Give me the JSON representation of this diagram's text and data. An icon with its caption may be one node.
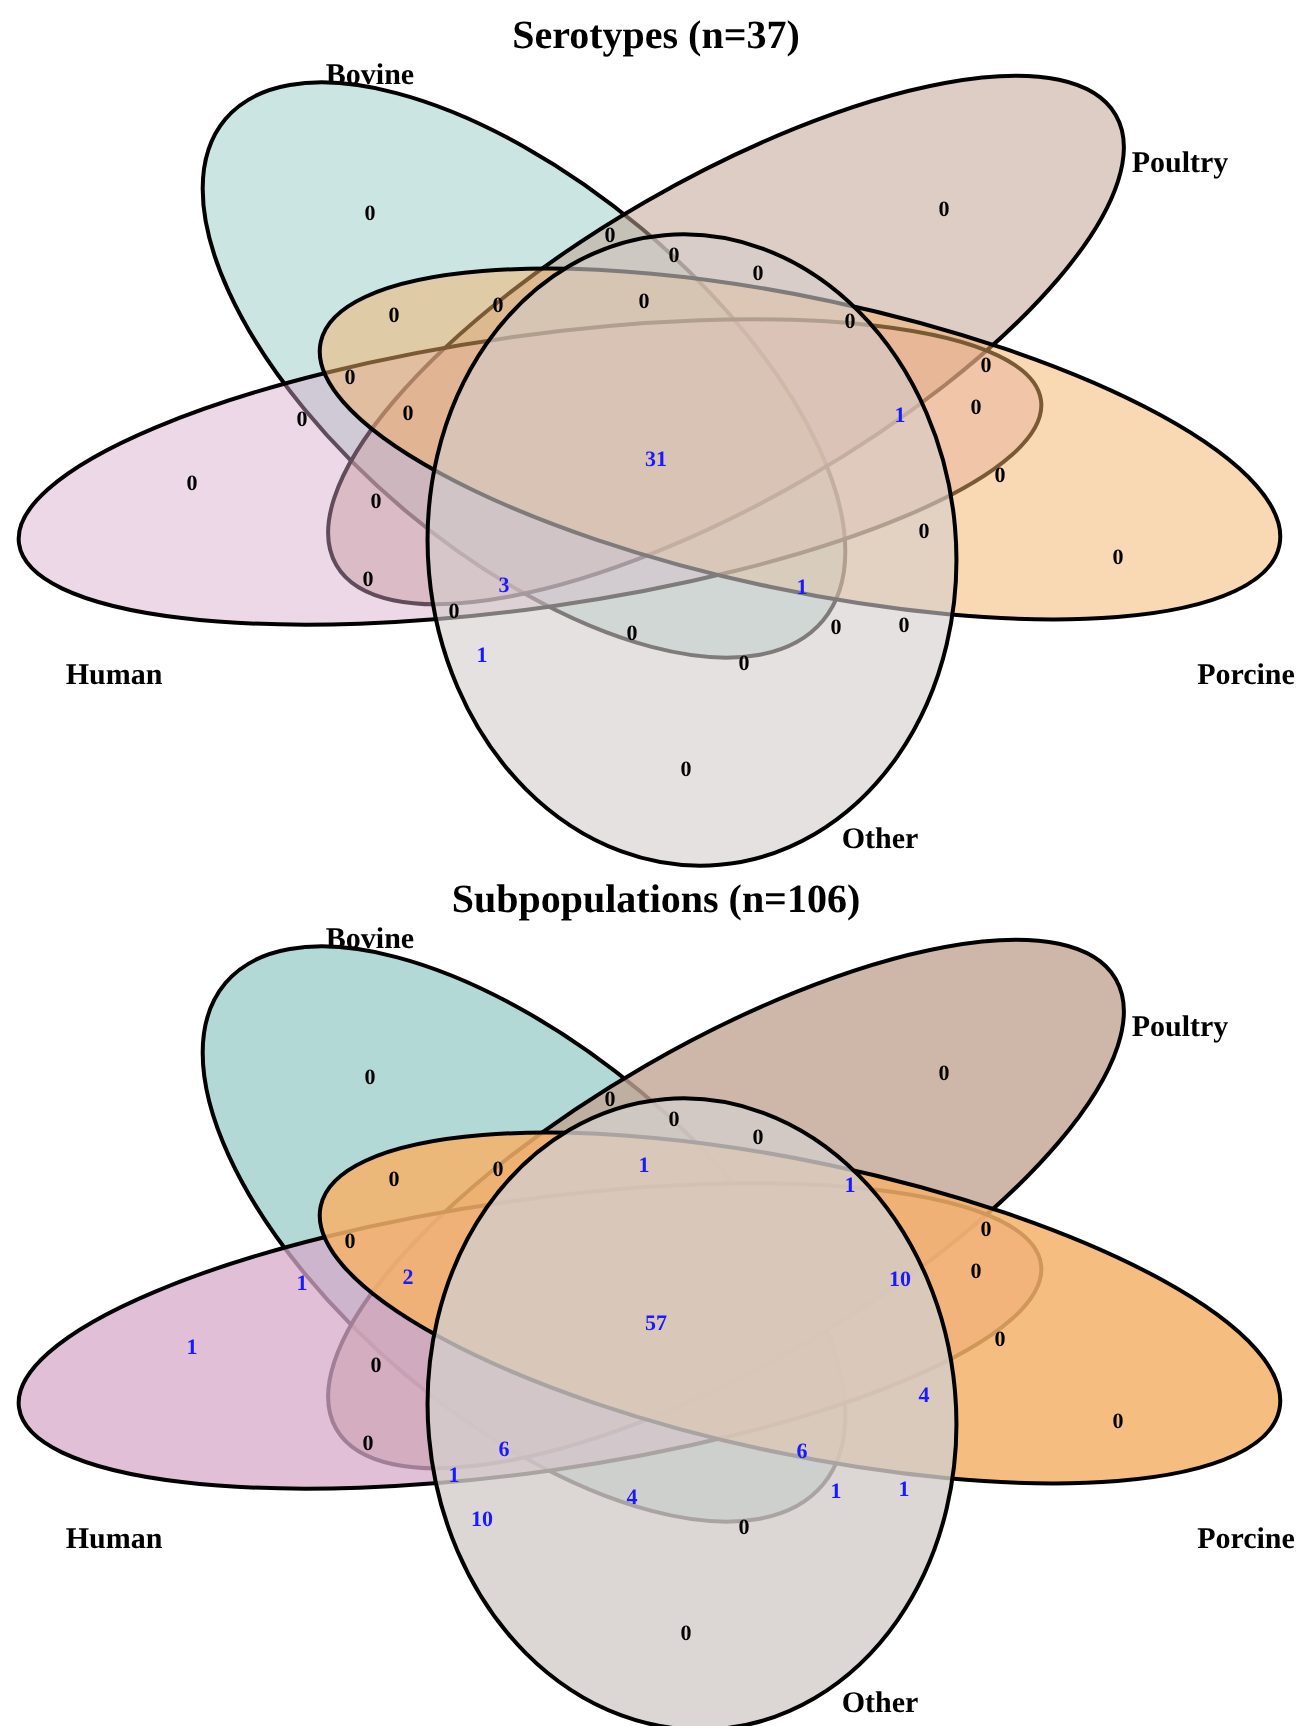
{
  "diagram": {
    "nodes": [
      {
        "text": [
          "Bovine"
        ]
      },
      {
        "text": [
          "Poultry"
        ]
      },
      {
        "text": [
          "Human"
        ]
      },
      {
        "text": [
          "Porcine"
        ]
      },
      {
        "text": [
          "Other"
        ]
      },
      {
        "text": [
          "Bovine"
        ]
      },
      {
        "text": [
          "Poultry"
        ]
      },
      {
        "text": [
          "Human"
        ]
      },
      {
        "text": [
          "Porcine"
        ]
      },
      {
        "text": [
          "Other"
        ]
      }
    ],
    "labels": [
      "Serotypes (n=37)",
      "0",
      "0",
      "0",
      "0",
      "0",
      "0",
      "0",
      "0",
      "0",
      "0",
      "0",
      "0",
      "0",
      "1",
      "0",
      "31",
      "0",
      "0",
      "0",
      "0",
      "0",
      "0",
      "3",
      "1",
      "0",
      "0",
      "0",
      "0",
      "1",
      "0",
      "0",
      "Subpopulations (n=106)",
      "0",
      "0",
      "0",
      "0",
      "0",
      "0",
      "0",
      "1",
      "1",
      "0",
      "0",
      "1",
      "2",
      "10",
      "0",
      "57",
      "0",
      "0",
      "1",
      "4",
      "0",
      "0",
      "6",
      "6",
      "1",
      "4",
      "1",
      "1",
      "10",
      "0",
      "0"
    ]
  }
}
